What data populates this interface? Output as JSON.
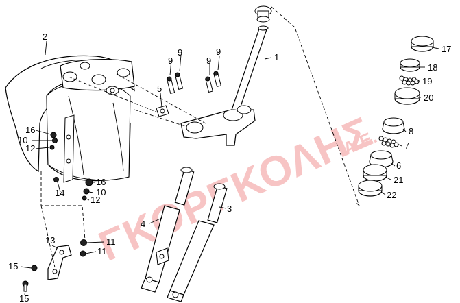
{
  "watermark": {
    "text": "ΓΚΟΡΓΚΟΛΗΣ",
    "suffix": "Α.Ε."
  },
  "callouts": {
    "c1": "1",
    "c2": "2",
    "c3": "3",
    "c4": "4",
    "c5": "5",
    "c6": "6",
    "c7": "7",
    "c8": "8",
    "c9a": "9",
    "c9b": "9",
    "c9c": "9",
    "c9d": "9",
    "c10a": "10",
    "c10b": "10",
    "c11a": "11",
    "c11b": "11",
    "c12a": "12",
    "c12b": "12",
    "c13": "13",
    "c14": "14",
    "c15a": "15",
    "c15b": "15",
    "c16a": "16",
    "c16b": "16",
    "c17": "17",
    "c18": "18",
    "c19": "19",
    "c20": "20",
    "c21": "21",
    "c22": "22"
  }
}
